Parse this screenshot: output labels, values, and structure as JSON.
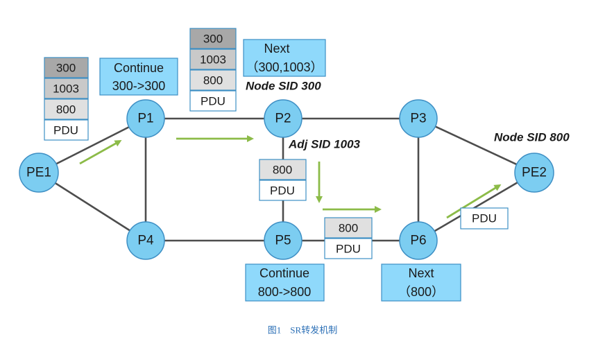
{
  "nodes": {
    "pe1": "PE1",
    "p1": "P1",
    "p2": "P2",
    "p3": "P3",
    "p4": "P4",
    "p5": "P5",
    "p6": "P6",
    "pe2": "PE2"
  },
  "label_stack_pe1": [
    "300",
    "1003",
    "800",
    "PDU"
  ],
  "label_stack_p1": [
    "300",
    "1003",
    "800",
    "PDU"
  ],
  "label_stack_p2": [
    "800",
    "PDU"
  ],
  "label_stack_p5": [
    "800",
    "PDU"
  ],
  "label_stack_p6": [
    "PDU"
  ],
  "action_boxes": {
    "p1": {
      "line1": "Continue",
      "line2": "300->300"
    },
    "p2": {
      "line1": "Next",
      "line2": "（300,1003）"
    },
    "p5": {
      "line1": "Continue",
      "line2": "800->800"
    },
    "p6": {
      "line1": "Next",
      "line2": "（800）"
    }
  },
  "annotations": {
    "node_sid_300": "Node SID 300",
    "adj_sid_1003": "Adj SID 1003",
    "node_sid_800": "Node SID 800"
  },
  "caption": "图1　SR转发机制",
  "colors": {
    "node_fill": "#7ccdf1",
    "box_fill": "#8fd9fb",
    "arrow": "#8cbb48",
    "link": "#4d4d4d",
    "caption": "#2b6fb6"
  }
}
